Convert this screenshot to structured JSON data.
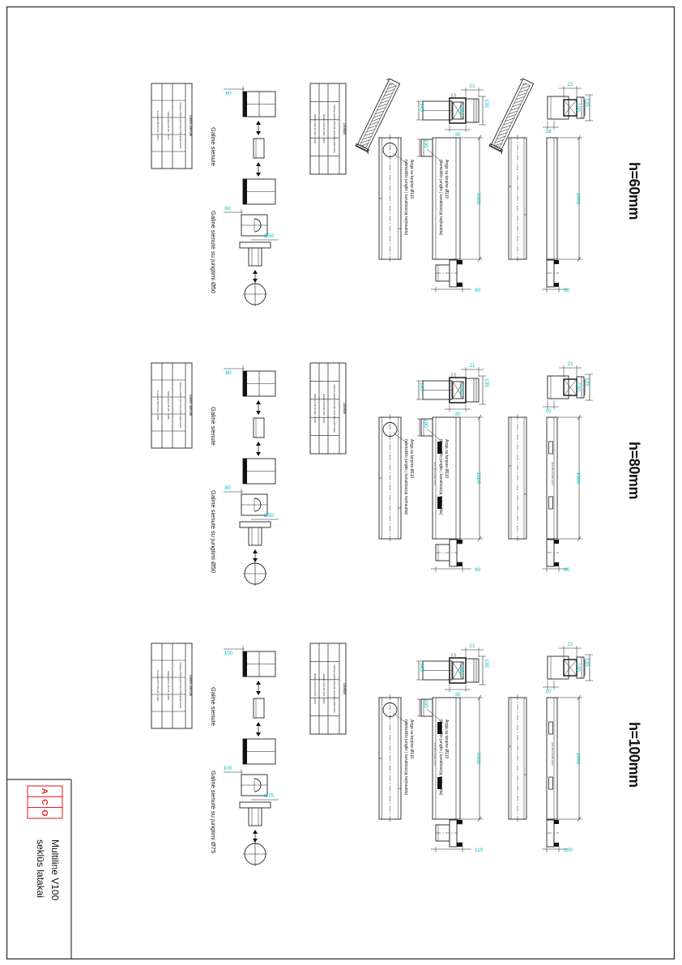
{
  "title_block": {
    "logo_letters": [
      "A",
      "C",
      "O"
    ],
    "product_line1": "Multiline V100",
    "product_line2": "seklūs latakai"
  },
  "annotation": {
    "line1": "Anga su tarpine Ø110",
    "line2": "(vamzdžio jungtis į kanalizaciją neįtraukta)"
  },
  "colors": {
    "dimension_cyan": "#00bfc2",
    "logo_red": "#e8262a",
    "line_black": "#1f1f1f"
  },
  "sections": [
    {
      "header": "h=60mm",
      "endcap_label": "Galinė sienutė",
      "endcap_conn_label": "Galinė sienutė su jungtimi Ø50",
      "channel_marking": "",
      "dims": {
        "endcap_height": "60",
        "conn_diameter": "Ø50",
        "cs_total_height": "145",
        "cs_edge": "21",
        "cs_grate_width": "100",
        "cs_width": "135",
        "cs_base": "30",
        "cs2_edge": "21",
        "cs2_grate_width": "100",
        "cs2_width": "135",
        "cs2_base": "18",
        "outlet_socket": "100",
        "length_outlet": "1000",
        "length_plain": "1000",
        "profile_outlet_height": "90",
        "profile_plain_height": "60"
      },
      "tables": {
        "endcap": {
          "title": "Galinė sienutė",
          "headers": [
            "Gaminys",
            "Aukštis (mm)",
            "Plotis (mm)",
            "Jungtis",
            "Kodas"
          ],
          "rows": [
            [
              "Galinė sienutė",
              "60",
              "135",
              "-",
              "13070"
            ],
            [
              "Su jungtimi Ø50",
              "60",
              "135",
              "+",
              "13071"
            ]
          ]
        },
        "channel": {
          "title": "Latakas",
          "headers": [
            "Gaminys",
            "Aukštis (mm)",
            "Ilgis (mm)",
            "Anga Ø110",
            "Kodas"
          ],
          "rows": [
            [
              "Multiline V100",
              "60",
              "1000",
              "-",
              "13010"
            ],
            [
              "Multiline V100",
              "60",
              "1000",
              "+",
              "13011"
            ]
          ]
        }
      }
    },
    {
      "header": "h=80mm",
      "endcap_label": "Galinė sienutė",
      "endcap_conn_label": "Galinė sienutė su jungtimi Ø50",
      "channel_marking": "ACO MULTILINE V100",
      "dims": {
        "endcap_height": "80",
        "conn_diameter": "Ø50",
        "cs_total_height": "165",
        "cs_edge": "21",
        "cs_grate_width": "100",
        "cs_width": "135",
        "cs_base": "30",
        "cs2_edge": "21",
        "cs2_grate_width": "100",
        "cs2_width": "135",
        "cs2_base": "20",
        "outlet_socket": "100",
        "length_outlet": "1000",
        "length_plain": "1000",
        "profile_outlet_height": "90",
        "profile_plain_height": "80"
      },
      "tables": {
        "endcap": {
          "title": "Galinė sienutė",
          "headers": [
            "Gaminys",
            "Aukštis (mm)",
            "Plotis (mm)",
            "Jungtis",
            "Kodas"
          ],
          "rows": [
            [
              "Galinė sienutė",
              "80",
              "135",
              "-",
              "13080"
            ],
            [
              "Su jungtimi Ø50",
              "80",
              "135",
              "+",
              "13081"
            ]
          ]
        },
        "channel": {
          "title": "Latakas",
          "headers": [
            "Gaminys",
            "Aukštis (mm)",
            "Ilgis (mm)",
            "Anga Ø110",
            "Kodas"
          ],
          "rows": [
            [
              "Multiline V100",
              "80",
              "1000",
              "-",
              "13020"
            ],
            [
              "Multiline V100",
              "80",
              "1000",
              "+",
              "13021"
            ]
          ]
        }
      }
    },
    {
      "header": "h=100mm",
      "endcap_label": "Galinė sienutė",
      "endcap_conn_label": "Galinė sienutė su jungtimi Ø75",
      "channel_marking": "ACO MULTILINE V100",
      "dims": {
        "endcap_height": "100",
        "conn_diameter": "Ø75",
        "cs_total_height": "185",
        "cs_edge": "21",
        "cs_grate_width": "100",
        "cs_width": "135",
        "cs_base": "30",
        "cs2_edge": "21",
        "cs2_grate_width": "100",
        "cs2_width": "135",
        "cs2_base": "20",
        "outlet_socket": "100",
        "length_outlet": "1000",
        "length_plain": "1000",
        "profile_outlet_height": "110",
        "profile_plain_height": "100"
      },
      "tables": {
        "endcap": {
          "title": "Galinė sienutė",
          "headers": [
            "Gaminys",
            "Aukštis (mm)",
            "Plotis (mm)",
            "Jungtis",
            "Kodas"
          ],
          "rows": [
            [
              "Galinė sienutė",
              "100",
              "135",
              "-",
              "13090"
            ],
            [
              "Su jungtimi Ø75",
              "100",
              "135",
              "+",
              "13091"
            ]
          ]
        },
        "channel": {
          "title": "Latakas",
          "headers": [
            "Gaminys",
            "Aukštis (mm)",
            "Ilgis (mm)",
            "Anga Ø110",
            "Kodas"
          ],
          "rows": [
            [
              "Multiline V100",
              "100",
              "1000",
              "-",
              "13030"
            ],
            [
              "Multiline V100",
              "100",
              "1000",
              "+",
              "13031"
            ]
          ]
        }
      }
    }
  ]
}
